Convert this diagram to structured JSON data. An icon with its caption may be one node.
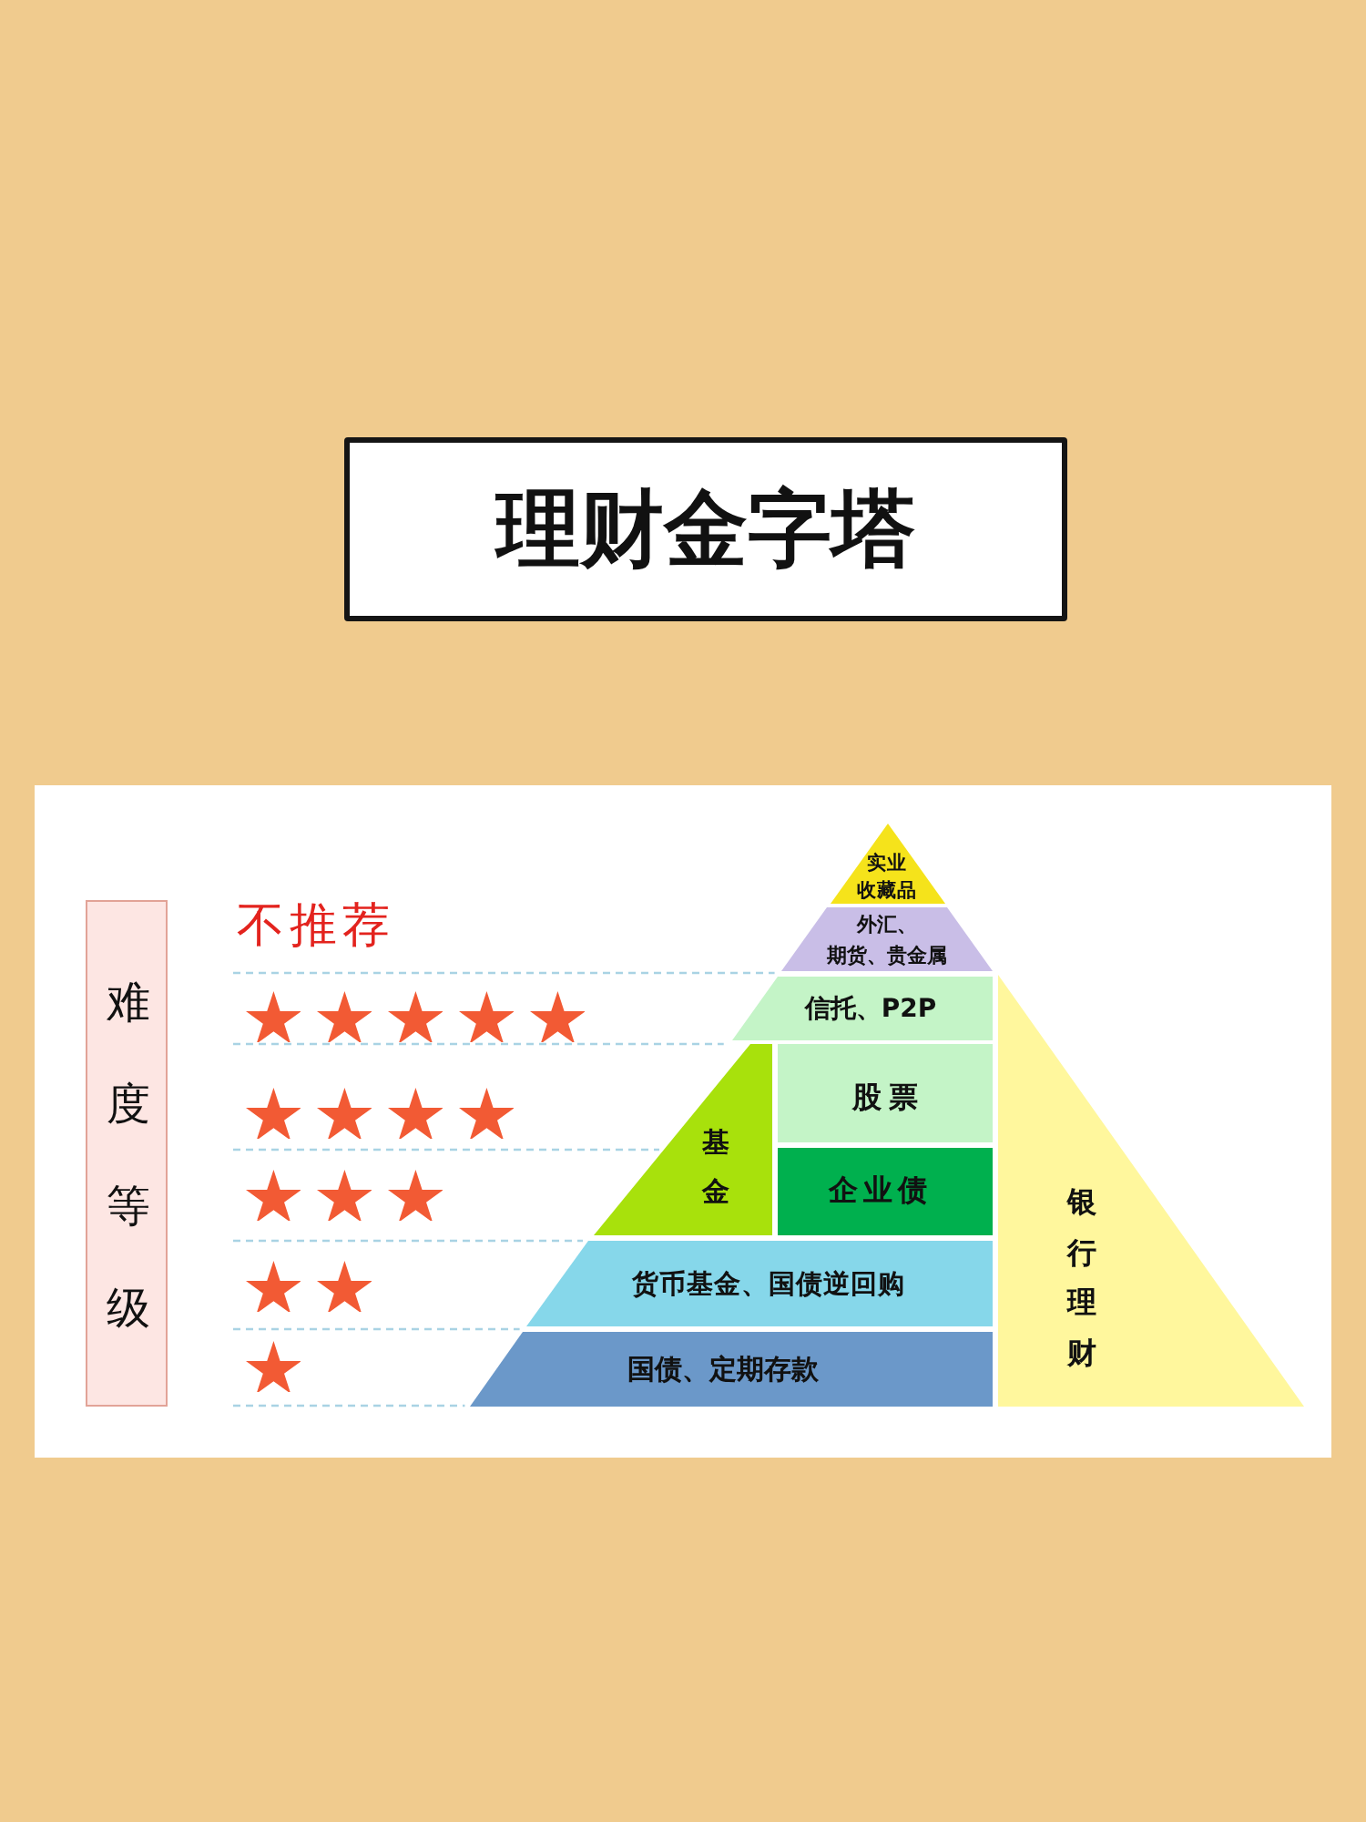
{
  "diagram": {
    "title": "理财金字塔",
    "nodes": [
      {
        "text": [
          "难度等级"
        ]
      },
      {
        "text": [
          "实业",
          "收藏品"
        ]
      },
      {
        "text": [
          "外汇、",
          "期货、贵金属"
        ]
      },
      {
        "text": [
          "信托、P2P"
        ]
      },
      {
        "text": [
          "基金"
        ]
      },
      {
        "text": [
          "股票"
        ]
      },
      {
        "text": [
          "企业债"
        ]
      },
      {
        "text": [
          "货币基金、国债逆回购"
        ]
      },
      {
        "text": [
          "国债、定期存款"
        ]
      },
      {
        "text": [
          "银行理财"
        ]
      }
    ],
    "labels": [
      "不推荐"
    ]
  }
}
